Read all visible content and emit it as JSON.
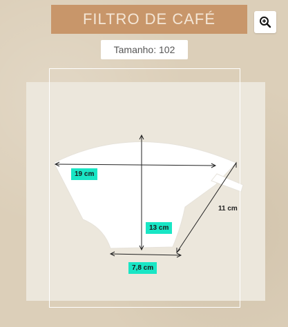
{
  "header": {
    "title": "FILTRO DE CAFÉ"
  },
  "toolbar": {
    "zoom_icon": "zoom-in-icon"
  },
  "size": {
    "text": "Tamanho: 102"
  },
  "dimensions": {
    "top_width": "19 cm",
    "height": "13 cm",
    "bottom_width": "7,8 cm",
    "side_length": "11 cm"
  },
  "colors": {
    "banner": "#c8966a",
    "label_accent": "#19e6c5"
  }
}
